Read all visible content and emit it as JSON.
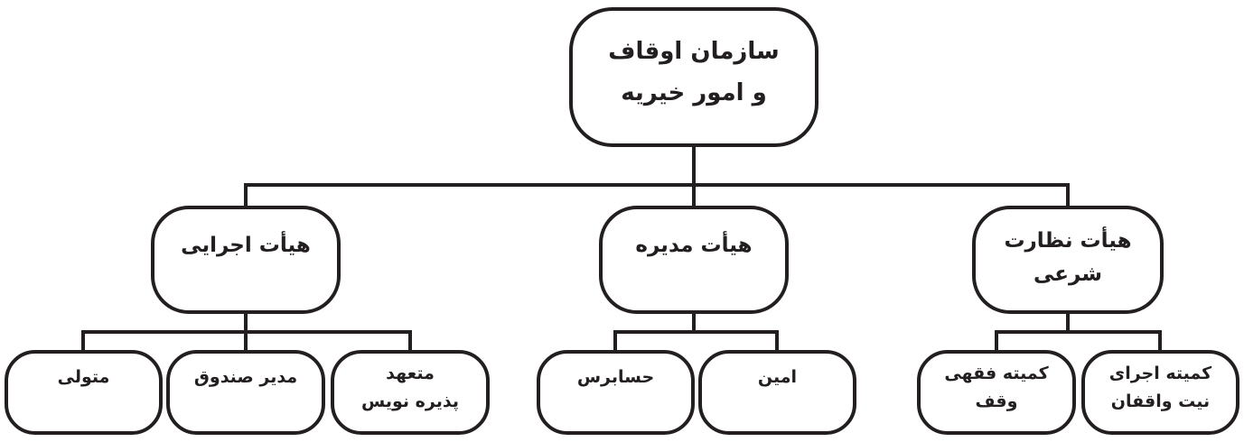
{
  "org_chart": {
    "root": {
      "label": "سازمان اوقاف و امور خیریه",
      "lines": [
        "سازمان اوقاف",
        "و امور خیریه"
      ]
    },
    "level2": [
      {
        "label": "هیأت اجرایی",
        "lines": [
          "هیأت اجرایی"
        ],
        "parent": "سازمان اوقاف و امور خیریه"
      },
      {
        "label": "هیأت مدیره",
        "lines": [
          "هیأت مدیره"
        ],
        "parent": "سازمان اوقاف و امور خیریه"
      },
      {
        "label": "هیأت نظارت شرعی",
        "lines": [
          "هیأت نظارت",
          "شرعی"
        ],
        "parent": "سازمان اوقاف و امور خیریه"
      }
    ],
    "level3": [
      {
        "label": "متولی",
        "lines": [
          "متولی"
        ],
        "parent": "هیأت اجرایی"
      },
      {
        "label": "مدیر صندوق",
        "lines": [
          "مدیر صندوق"
        ],
        "parent": "هیأت اجرایی"
      },
      {
        "label": "متعهد پذیره نویس",
        "lines": [
          "متعهد",
          "پذیره نویس"
        ],
        "parent": "هیأت اجرایی"
      },
      {
        "label": "حسابرس",
        "lines": [
          "حسابرس"
        ],
        "parent": "هیأت مدیره"
      },
      {
        "label": "امین",
        "lines": [
          "امین"
        ],
        "parent": "هیأت مدیره"
      },
      {
        "label": "کمیته فقهی وقف",
        "lines": [
          "کمیته فقهی",
          "وقف"
        ],
        "parent": "هیأت نظارت شرعی"
      },
      {
        "label": "کمیته اجرای نیت واقفان",
        "lines": [
          "کمیته اجرای",
          "نیت واقفان"
        ],
        "parent": "هیأت نظارت شرعی"
      }
    ]
  },
  "colors": {
    "line": "#231f20",
    "box_background": "#ffffff",
    "text": "#231f20"
  }
}
